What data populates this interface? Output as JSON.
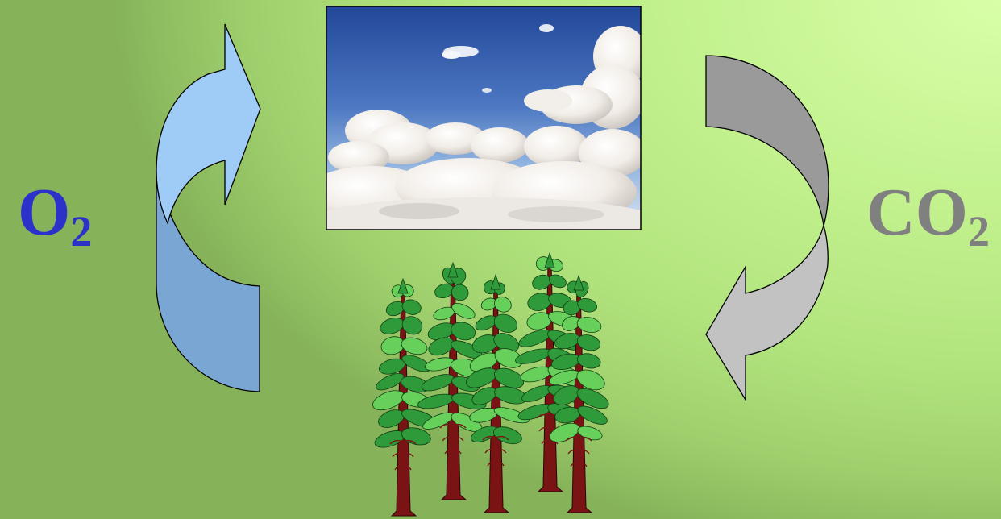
{
  "labels": {
    "oxygen": {
      "base": "O",
      "sub": "2"
    },
    "carbon_dioxide": {
      "base": "CO",
      "sub": "2"
    }
  },
  "colors": {
    "oxygen_text": "#2e31c9",
    "co2_text": "#808080",
    "oxygen_arrow_light": "#9fcbf7",
    "oxygen_arrow_dark": "#7aa6d4",
    "co2_arrow_dark": "#9a9a9a",
    "co2_arrow_light": "#c2c2c2",
    "tree_foliage": "#2f9a3a",
    "tree_trunk": "#7a1414"
  },
  "images": {
    "sky": "sky-with-clouds",
    "forest": "group-of-pine-trees"
  },
  "arrows": {
    "oxygen": {
      "direction": "up",
      "from": "forest",
      "to": "sky"
    },
    "co2": {
      "direction": "down",
      "from": "sky",
      "to": "forest"
    }
  }
}
